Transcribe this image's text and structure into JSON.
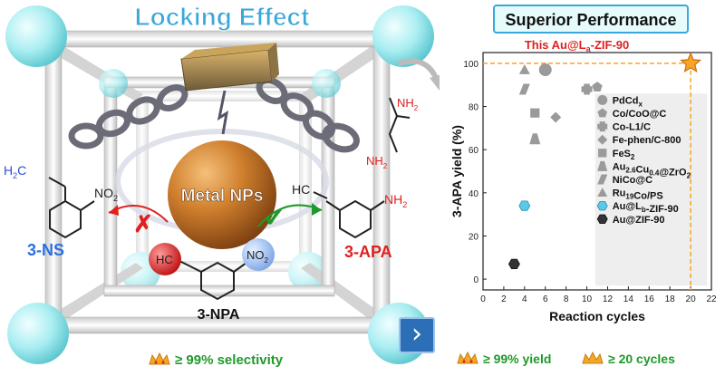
{
  "left": {
    "title": "Locking Effect",
    "core_label": "Metal NPs",
    "cross_mark": "✗",
    "check_mark": "✓",
    "reactant_label": "3-NPA",
    "product_left_label": "3-NS",
    "product_right_label": "3-APA",
    "no2": "NO",
    "no2_sub": "2",
    "nh2": "NH",
    "nh2_sub": "2",
    "h2c": "H",
    "h2c_sub": "2",
    "h2c_c": "C",
    "hc": "HC",
    "footer": "≥ 99% selectivity"
  },
  "right": {
    "title": "Superior Performance",
    "headline_prefix": "This Au@L",
    "headline_sub": "a",
    "headline_suffix": "-ZIF-90",
    "footer_yield": "≥ 99% yield",
    "footer_cycles": "≥ 20 cycles"
  },
  "colors": {
    "title_blue": "#3aa8d8",
    "green": "#1f9a2a",
    "red": "#e02020",
    "blue": "#2b4fd6",
    "gray": "#999999",
    "orange": "#f5a623",
    "cyan": "#5ac8e6"
  },
  "chart_data": {
    "type": "scatter",
    "xlabel": "Reaction cycles",
    "ylabel": "3-APA yield (%)",
    "xlim": [
      0,
      22
    ],
    "ylim": [
      -5,
      105
    ],
    "xticks": [
      0,
      2,
      4,
      6,
      8,
      10,
      12,
      14,
      16,
      18,
      20,
      22
    ],
    "yticks": [
      0,
      20,
      40,
      60,
      80,
      100
    ],
    "reference_lines": {
      "y": 100,
      "x": 20
    },
    "highlight": {
      "label": "This Au@La-ZIF-90",
      "x": 20,
      "y": 100,
      "marker": "star"
    },
    "series": [
      {
        "name": "PdCd",
        "name_sub": "x",
        "marker": "circle",
        "points": [
          [
            6,
            97
          ]
        ]
      },
      {
        "name": "Co/CoO@C",
        "name_sub": "",
        "marker": "pentagon",
        "points": [
          [
            11,
            89
          ]
        ]
      },
      {
        "name": "Co-L1/C",
        "name_sub": "",
        "marker": "cross",
        "points": [
          [
            10,
            88
          ]
        ]
      },
      {
        "name": "Fe-phen/C-800",
        "name_sub": "",
        "marker": "diamond",
        "points": [
          [
            7,
            75
          ]
        ]
      },
      {
        "name": "FeS",
        "name_sub": "2",
        "marker": "square",
        "points": [
          [
            5,
            77
          ]
        ]
      },
      {
        "name": "Au",
        "name_sub": "2.6",
        "name_rest": "Cu",
        "name_sub2": "0.4",
        "name_tail": "@ZrO",
        "name_sub3": "2",
        "marker": "trapezoid",
        "points": [
          [
            5,
            65
          ]
        ]
      },
      {
        "name": "NiCo@C",
        "name_sub": "",
        "marker": "parallelogram",
        "points": [
          [
            4,
            88
          ]
        ]
      },
      {
        "name": "Ru",
        "name_sub": "19",
        "name_rest": "Co/PS",
        "marker": "triangle",
        "points": [
          [
            4,
            97
          ]
        ]
      },
      {
        "name": "Au@L",
        "name_sub": "b",
        "name_rest": "-ZIF-90",
        "marker": "hexagon-blue",
        "points": [
          [
            4,
            34
          ]
        ]
      },
      {
        "name": "Au@ZIF-90",
        "name_sub": "",
        "marker": "hexagon-dark",
        "points": [
          [
            3,
            7
          ]
        ]
      }
    ]
  }
}
